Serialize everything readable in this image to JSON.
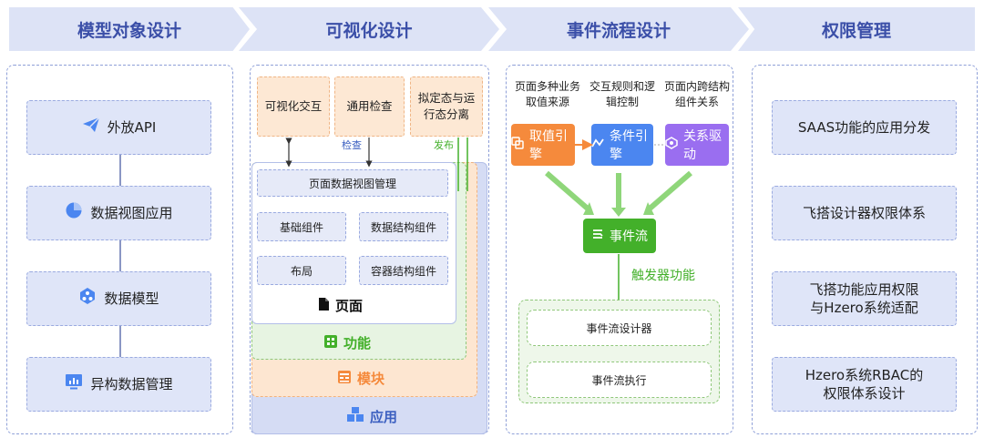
{
  "headers": [
    "模型对象设计",
    "可视化设计",
    "事件流程设计",
    "权限管理"
  ],
  "col1": {
    "items": [
      {
        "label": "外放API",
        "icon": "send-icon"
      },
      {
        "label": "数据视图应用",
        "icon": "pie-chart-icon"
      },
      {
        "label": "数据模型",
        "icon": "network-icon"
      },
      {
        "label": "异构数据管理",
        "icon": "monitor-chart-icon"
      }
    ]
  },
  "col2": {
    "top_boxes": [
      "可视化交互",
      "通用检查",
      "拟定态与运行态分离"
    ],
    "check_label": "检查",
    "publish_label": "发布",
    "page_manage": "页面数据视图管理",
    "components": [
      "基础组件",
      "数据结构组件",
      "布局",
      "容器结构组件"
    ],
    "page_label": "页面",
    "function_label": "功能",
    "module_label": "模块",
    "app_label": "应用"
  },
  "col3": {
    "questions": [
      "页面多种业务取值来源",
      "交互规则和逻辑控制",
      "页面内跨结构组件关系"
    ],
    "engines": [
      "取值引擎",
      "条件引擎",
      "关系驱动"
    ],
    "event_flow": "事件流",
    "trigger_label": "触发器功能",
    "designer": "事件流设计器",
    "execute": "事件流执行"
  },
  "col4": {
    "items": [
      "SAAS功能的应用分发",
      "飞搭设计器权限体系",
      "飞搭功能应用权限与Hzero系统适配",
      "Hzero系统RBAC的权限体系设计"
    ]
  },
  "colors": {
    "header_bg": "#dde3f6",
    "header_text": "#3b4fa8",
    "card_bg": "#dfe5f8",
    "orange": "#f58a3c",
    "blue": "#4b86f0",
    "purple": "#9a6ef0",
    "green": "#43b02a"
  }
}
